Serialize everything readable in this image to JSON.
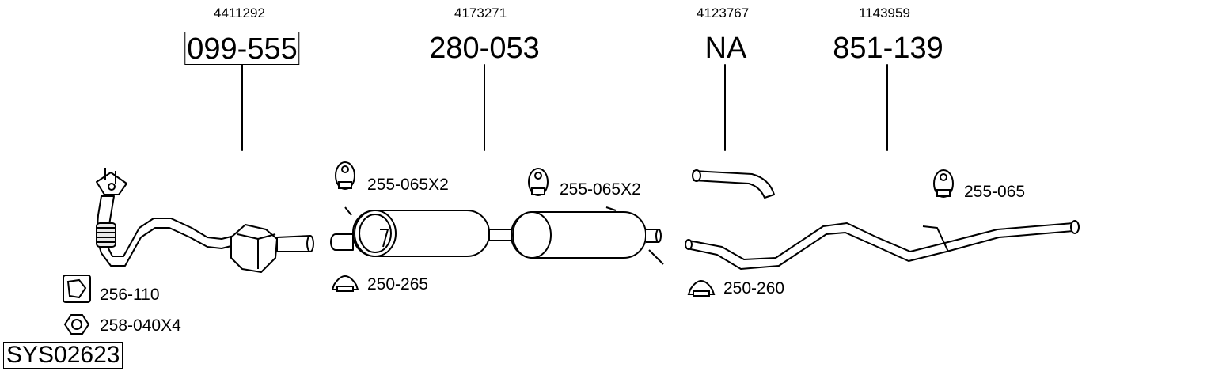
{
  "parts": [
    {
      "ref": "4411292",
      "number": "099-555",
      "boxed": true
    },
    {
      "ref": "4173271",
      "number": "280-053",
      "boxed": false
    },
    {
      "ref": "4123767",
      "number": "NA",
      "boxed": false
    },
    {
      "ref": "1143959",
      "number": "851-139",
      "boxed": false
    }
  ],
  "accessories": [
    {
      "label": "256-110",
      "icon": "gasket-icon"
    },
    {
      "label": "258-040X4",
      "icon": "nut-icon"
    },
    {
      "label": "255-065X2",
      "icon": "rubber-hanger-icon"
    },
    {
      "label": "250-265",
      "icon": "clamp-icon"
    },
    {
      "label": "255-065X2",
      "icon": "rubber-hanger-icon"
    },
    {
      "label": "250-260",
      "icon": "clamp-icon"
    },
    {
      "label": "255-065",
      "icon": "rubber-hanger-icon"
    }
  ],
  "system_code": "SYS02623"
}
